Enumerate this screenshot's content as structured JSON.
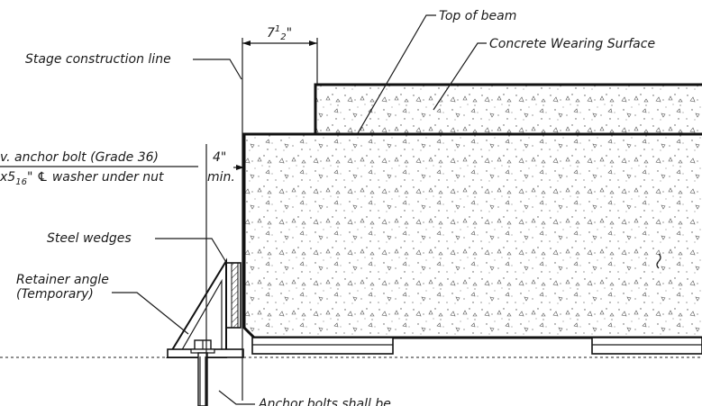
{
  "labels": {
    "stage_line": "Stage construction line",
    "dim_width_main": "7",
    "dim_width_frac": "1",
    "dim_width_den": "2",
    "dim_width_unit": "\"",
    "top_of_beam": "Top of beam",
    "wearing_surface": "Concrete Wearing Surface",
    "anchor_bolt": "v. anchor bolt (Grade 36)",
    "washer_a": "x5",
    "washer_b": "16",
    "washer_c": "\" ℄ washer under nut",
    "dim_4": "4\"",
    "dim_min": "min.",
    "steel_wedges": "Steel wedges",
    "retainer_1": "Retainer angle",
    "retainer_2": "(Temporary)",
    "anchor_note": "Anchor bolts shall be"
  }
}
